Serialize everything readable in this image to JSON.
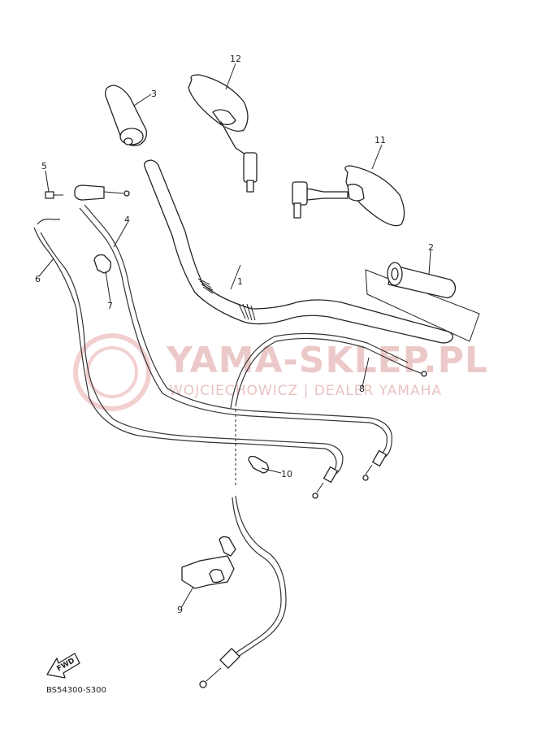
{
  "watermark": {
    "title": "YAMA-SKLEP.PL",
    "subtitle": "WOJCIECHOWICZ | DEALER YAMAHA"
  },
  "part_numbers": [
    "1",
    "2",
    "3",
    "4",
    "5",
    "6",
    "7",
    "8",
    "9",
    "10",
    "11",
    "12"
  ],
  "diagram_code": "BS54300-S300",
  "fwd_label": "FWD",
  "colors": {
    "line": "#222222",
    "watermark": "#e8bcbc"
  }
}
